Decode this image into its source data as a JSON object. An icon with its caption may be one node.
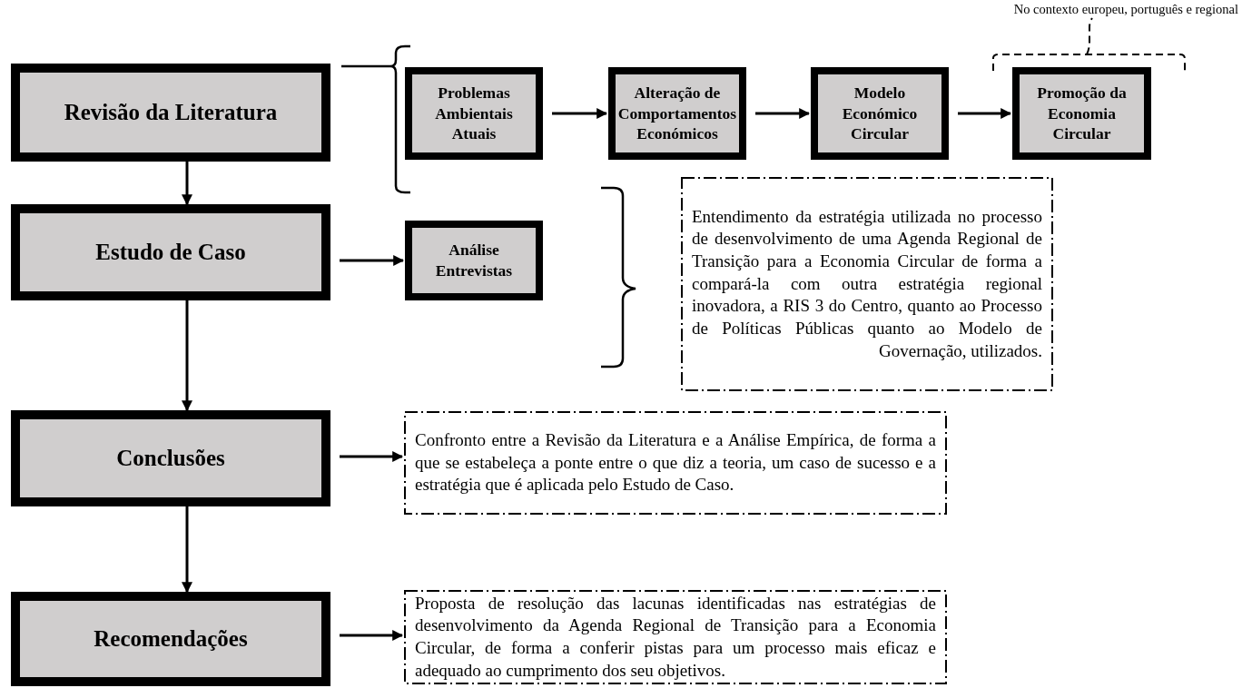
{
  "diagram": {
    "nodes": [
      {
        "text": [
          "Revisão da Literatura"
        ]
      },
      {
        "text": [
          "Problemas Ambientais Atuais"
        ]
      },
      {
        "text": [
          "Alteração de Comportamentos Económicos"
        ]
      },
      {
        "text": [
          "Modelo Económico Circular"
        ]
      },
      {
        "text": [
          "Promoção da Economia Circular"
        ]
      },
      {
        "text": [
          "Estudo de Caso"
        ]
      },
      {
        "text": [
          "Análise Entrevistas"
        ]
      },
      {
        "text": [
          "Entendimento da estratégia utilizada no processo de desenvolvimento de uma Agenda Regional de Transição para a Economia Circular de forma a compará-la com outra estratégia regional inovadora, a RIS 3 do Centro, quanto ao Processo de Políticas Públicas quanto ao Modelo de Governação, utilizados."
        ]
      },
      {
        "text": [
          "Conclusões"
        ]
      },
      {
        "text": [
          "Confronto entre a Revisão da Literatura e a Análise Empírica, de forma a que se estabeleça a ponte entre o que diz a teoria, um caso de sucesso e a estratégia que é aplicada pelo Estudo de Caso."
        ]
      },
      {
        "text": [
          "Recomendações"
        ]
      },
      {
        "text": [
          "Proposta de resolução das lacunas identificadas nas estratégias de desenvolvimento da Agenda Regional de Transição para a Economia Circular, de forma a conferir pistas para um processo mais eficaz e adequado ao cumprimento dos seu objetivos."
        ]
      }
    ],
    "edges": [
      {
        "from": 0,
        "to": 5,
        "arrow": "to"
      },
      {
        "from": 5,
        "to": 8,
        "arrow": "to"
      },
      {
        "from": 8,
        "to": 10,
        "arrow": "to"
      },
      {
        "from": 1,
        "to": 2,
        "arrow": "to"
      },
      {
        "from": 2,
        "to": 3,
        "arrow": "to"
      },
      {
        "from": 3,
        "to": 4,
        "arrow": "to"
      },
      {
        "from": 5,
        "to": 6,
        "arrow": "to"
      },
      {
        "from": 8,
        "to": 9,
        "arrow": "to"
      },
      {
        "from": 10,
        "to": 11,
        "arrow": "to"
      }
    ],
    "labels": [
      "No contexto europeu, português e regional"
    ]
  }
}
